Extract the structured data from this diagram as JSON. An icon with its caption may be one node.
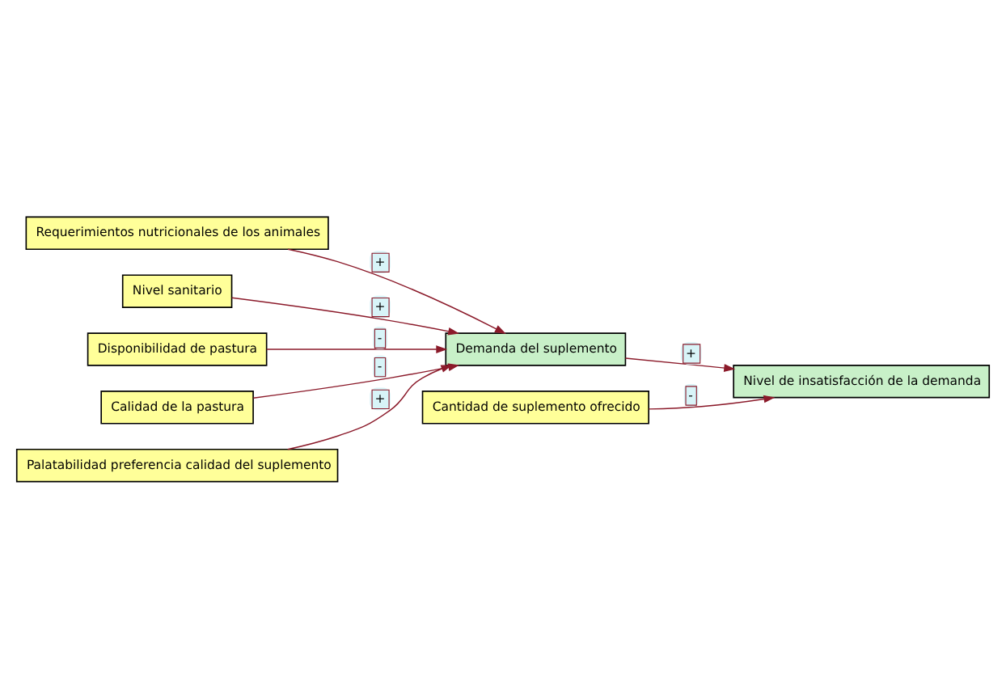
{
  "diagram": {
    "nodes": [
      {
        "text": [
          "Requerimientos nutricionales de los animales"
        ]
      },
      {
        "text": [
          "Nivel sanitario"
        ]
      },
      {
        "text": [
          "Disponibilidad de pastura"
        ]
      },
      {
        "text": [
          "Calidad de la pastura"
        ]
      },
      {
        "text": [
          "Demanda del suplemento"
        ]
      },
      {
        "text": [
          "Nivel de insatisfacción de la demanda"
        ]
      },
      {
        "text": [
          "Palatabilidad preferencia calidad del suplemento"
        ]
      },
      {
        "text": [
          "Cantidad de suplemento ofrecido"
        ]
      }
    ],
    "edges": [
      {
        "from": 0,
        "to": 4,
        "arrow": "to",
        "label": "+"
      },
      {
        "from": 1,
        "to": 4,
        "arrow": "to",
        "label": "+"
      },
      {
        "from": 2,
        "to": 4,
        "arrow": "to",
        "label": "-"
      },
      {
        "from": 3,
        "to": 4,
        "arrow": "to",
        "label": "-"
      },
      {
        "from": 6,
        "to": 4,
        "arrow": "to",
        "label": "+"
      },
      {
        "from": 4,
        "to": 5,
        "arrow": "to",
        "label": "+"
      },
      {
        "from": 7,
        "to": 5,
        "arrow": "to",
        "label": "-"
      }
    ]
  }
}
